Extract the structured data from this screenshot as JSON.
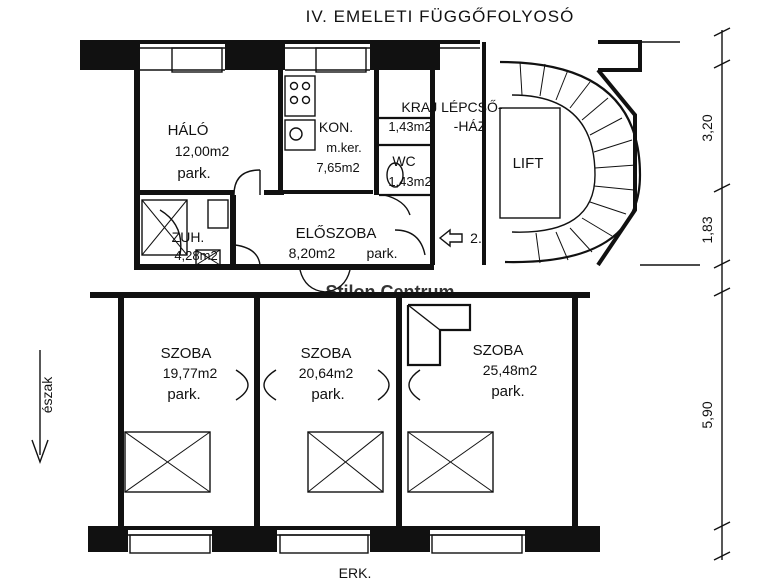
{
  "header": {
    "title": "IV. EMELETI  FÜGGŐFOLYOSÓ"
  },
  "footer": {
    "label": "ERK."
  },
  "watermark": {
    "text": "Stilon Centrum",
    "color": "#c9c9c9"
  },
  "north": {
    "label": "észak"
  },
  "rooms": {
    "halo": {
      "name": "HÁLÓ",
      "area": "12,00m2",
      "floor": "park."
    },
    "konyha": {
      "name": "KON.",
      "subname": "m.ker.",
      "area": "7,65m2"
    },
    "lepcsohaz": {
      "name": "KRAJ LÉPCSŐ-",
      "area": "1,43m2",
      "suffix": "-HÁZ"
    },
    "wc": {
      "name": "WC",
      "area": "1,43m2"
    },
    "lift": {
      "name": "LIFT"
    },
    "zuh": {
      "name": "ZUH.",
      "area": "4,28m2"
    },
    "eloszoba": {
      "name": "ELŐSZOBA",
      "area": "8,20m2",
      "floor": "park."
    },
    "entry": {
      "mark": "2."
    },
    "szoba1": {
      "name": "SZOBA",
      "area": "19,77m2",
      "floor": "park."
    },
    "szoba2": {
      "name": "SZOBA",
      "area": "20,64m2",
      "floor": "park."
    },
    "szoba3": {
      "name": "SZOBA",
      "area": "25,48m2",
      "floor": "park."
    }
  },
  "dimensions": [
    "3,20",
    "1,83",
    "5,90"
  ]
}
